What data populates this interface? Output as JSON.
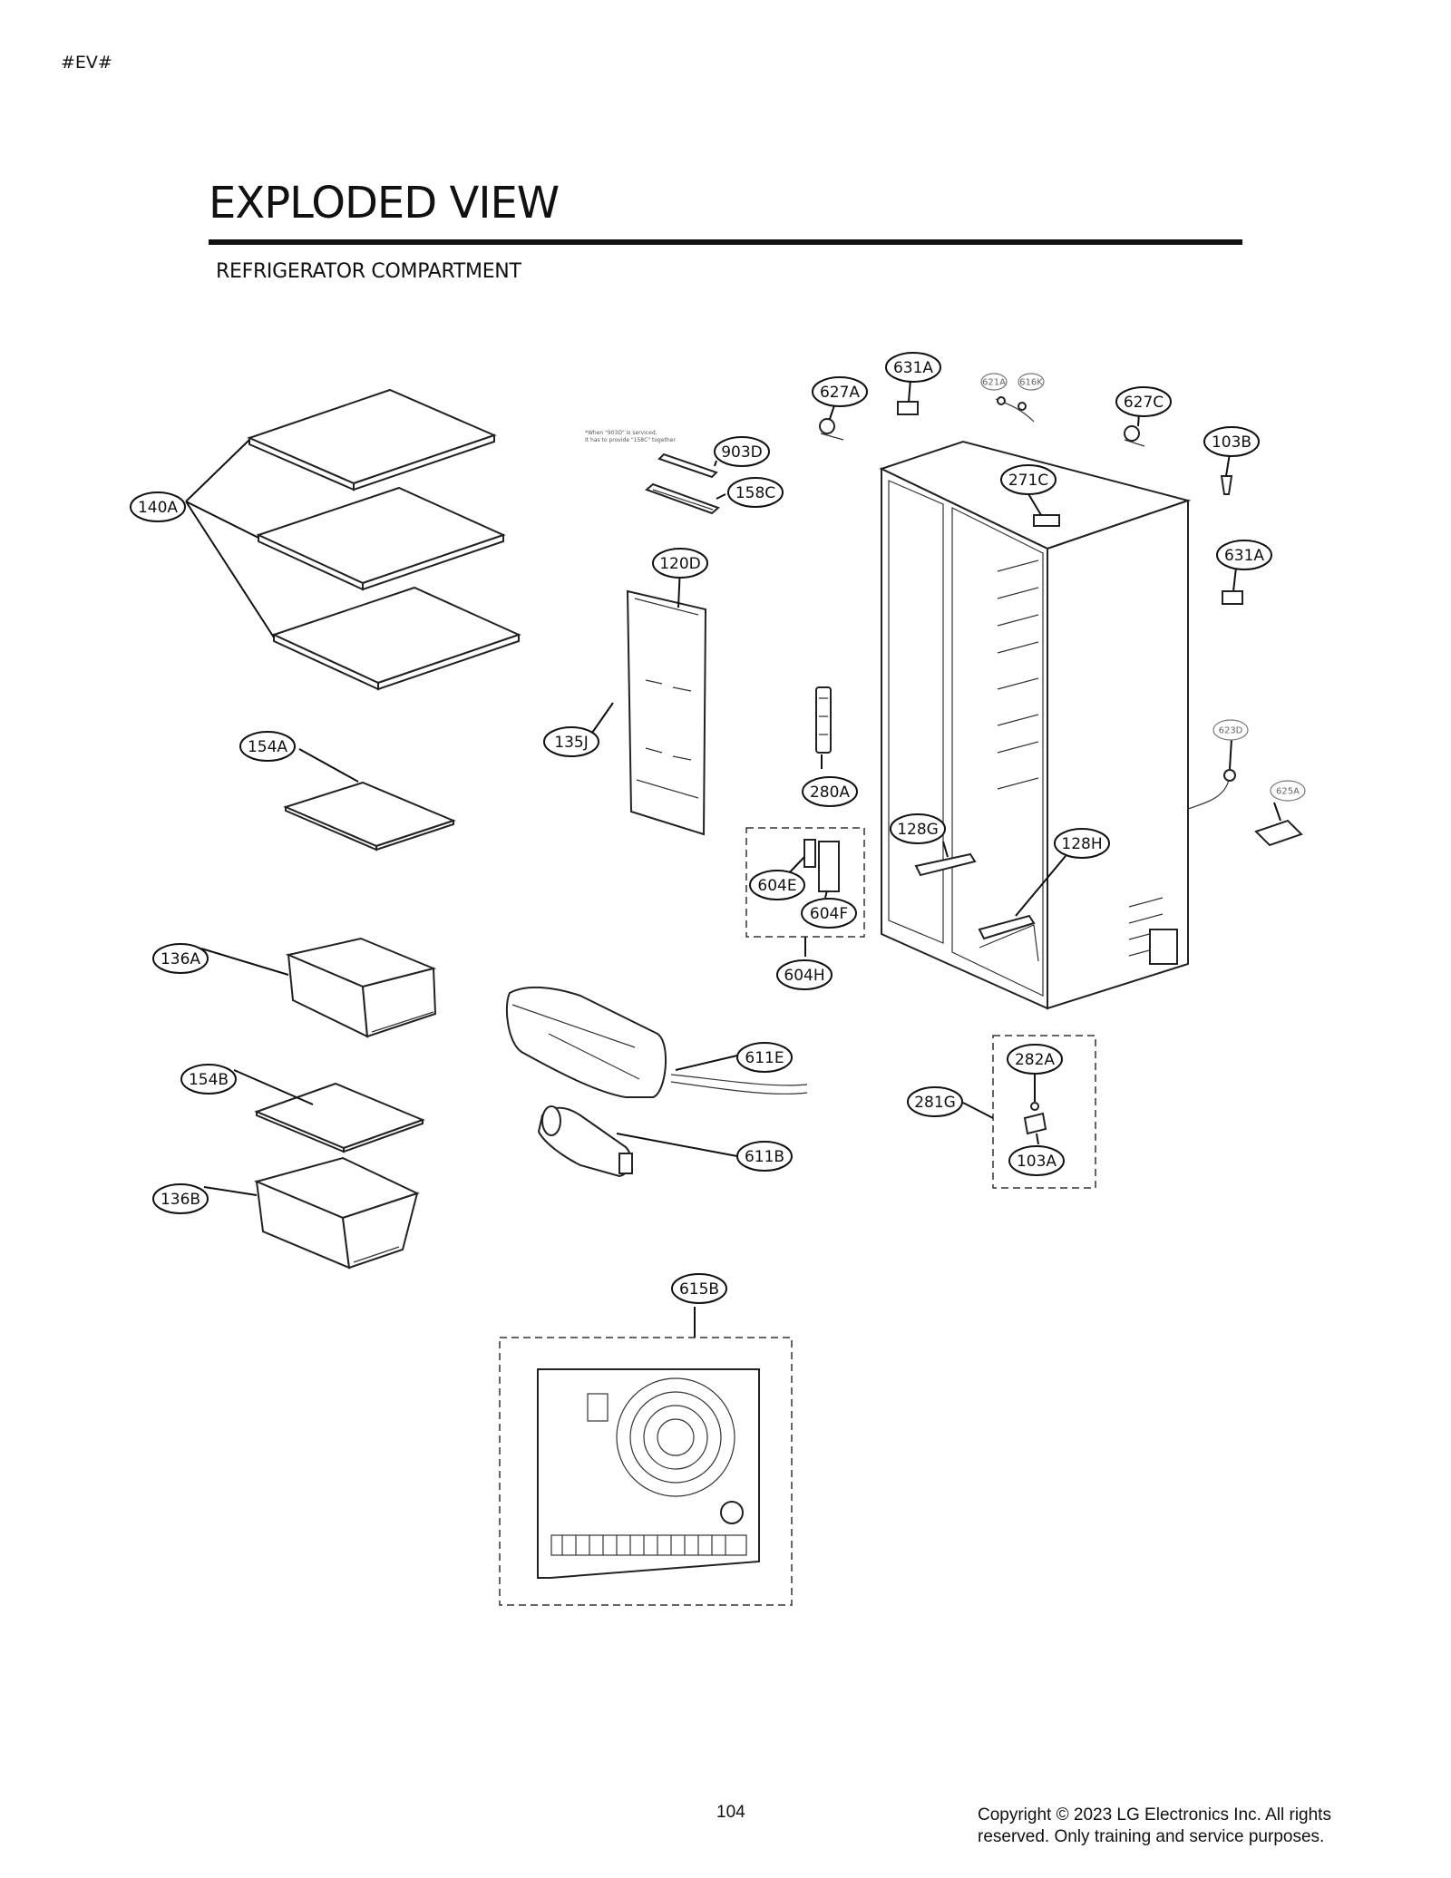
{
  "header": {
    "marker": "#EV#",
    "title": "EXPLODED VIEW",
    "subtitle": "REFRIGERATOR COMPARTMENT"
  },
  "note": {
    "line1": "*When \"903D\" is serviced,",
    "line2": "It has to provide \"158C\" together."
  },
  "callouts": {
    "c140A": "140A",
    "c154A": "154A",
    "c136A": "136A",
    "c154B": "154B",
    "c136B": "136B",
    "c903D": "903D",
    "c158C": "158C",
    "c120D": "120D",
    "c135J": "135J",
    "c280A": "280A",
    "c604E": "604E",
    "c604F": "604F",
    "c604H": "604H",
    "c611E": "611E",
    "c611B": "611B",
    "c615B": "615B",
    "c627A": "627A",
    "c631A_top": "631A",
    "c621A": "621A",
    "c616K": "616K",
    "c627C": "627C",
    "c103B": "103B",
    "c271C": "271C",
    "c631A_side": "631A",
    "c623D": "623D",
    "c625A": "625A",
    "c128G": "128G",
    "c128H": "128H",
    "c282A": "282A",
    "c281G": "281G",
    "c103A": "103A"
  },
  "footer": {
    "page_number": "104",
    "copyright_line1": "Copyright © 2023 LG Electronics Inc. All rights",
    "copyright_line2": "reserved. Only training and service purposes."
  }
}
